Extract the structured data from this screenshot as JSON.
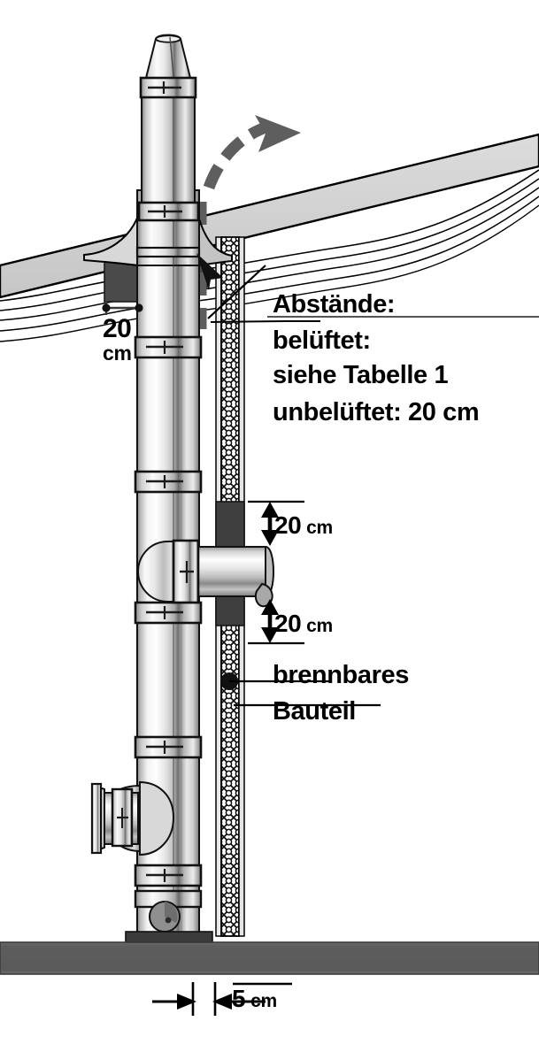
{
  "diagram": {
    "title": "Schornstein Abstände Montagezeichnung",
    "language": "de"
  },
  "annotations": {
    "clearance_heading": "Abstände:",
    "ventilated_label": "belüftet:",
    "ventilated_value": "siehe Tabelle 1",
    "unventilated_line": "unbelüftet: 20 cm",
    "roof_clearance_value": "20",
    "roof_clearance_unit": "cm",
    "above_outlet_value": "20",
    "above_outlet_unit": "cm",
    "below_outlet_value": "20",
    "below_outlet_unit": "cm",
    "combustible_line1": "brennbares",
    "combustible_line2": "Bauteil",
    "base_gap_value": "5",
    "base_gap_unit": "cm"
  },
  "parts": {
    "chimney_cap": "chimney-rain-cap",
    "flue_pipe": "double-wall-flue-pipe",
    "clamp_band": "pipe-clamp-band",
    "roof_flashing": "roof-flashing-collar",
    "roof_slab": "sloped-roof-slab",
    "wall": "combustible-wall-with-insulation",
    "tee_upper": "wall-through-tee-connector",
    "tee_lower": "inspection-cleanout-tee",
    "base_plate": "floor-support-base-plate",
    "drain": "condensate-drain-port",
    "airflow_arrow": "curved-airflow-arrow",
    "clearance_dashes": "clearance-zone-dashed-line",
    "combustible_marker": "combustible-part-marker-dot"
  },
  "colors": {
    "ink": "#000000",
    "ground": "#595959",
    "dark_block": "#4a4a4a",
    "arrow_gray": "#5e5e5e",
    "metal_light": "#ffffff",
    "metal_mid": "#c9c9c9",
    "metal_dark": "#6e6e6e",
    "roof_fill": "#d2d2d2"
  }
}
